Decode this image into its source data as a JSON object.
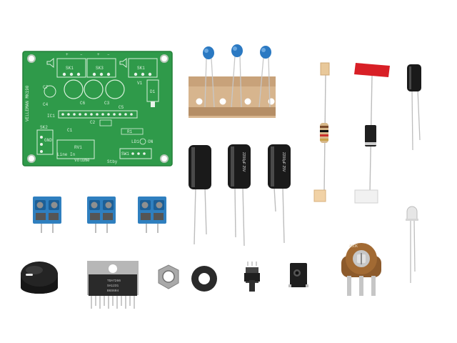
{
  "photo": {
    "subject": "Mini stereo amplifier DIY kit with loose components",
    "background_color": "#ffffff"
  },
  "pcb": {
    "board_color": "#2f9a4a",
    "silk_color": "#d9f0dc",
    "brand_text": "VELLEMAN  MK190",
    "labels": {
      "sk2": "SK2",
      "gnd": "GND",
      "line_in": "Line In",
      "rv1": "RV1",
      "volume": "Volume",
      "ic1": "IC1",
      "c1": "C1",
      "c2": "C2",
      "c3": "C3",
      "c4": "C4",
      "c5": "C5",
      "c6": "C6",
      "c7": "C7",
      "r1": "R1",
      "ld1": "LD1",
      "on": "ON",
      "sw1": "SW1",
      "stby": "Stby",
      "sk1": "SK1",
      "sk3": "SK3",
      "d1": "D1",
      "v1": "V1",
      "plus": "+",
      "minus": "–"
    }
  },
  "components": {
    "ceramic_caps_count": 3,
    "electrolytic_large_text": "2200µF 25V",
    "ic_text_lines": [
      "TDA7266",
      "SA1231",
      "B6S604"
    ],
    "pot_text": "A50K",
    "terminal_blocks_count": 3,
    "colors": {
      "terminal_blue": "#2f7fbf",
      "ceramic_blue": "#2b79c2",
      "electrolytic_black": "#1a1a1a",
      "diode_tag_red": "#d81f26",
      "led_clear": "#e6e6e6",
      "knob_black": "#111111"
    }
  }
}
